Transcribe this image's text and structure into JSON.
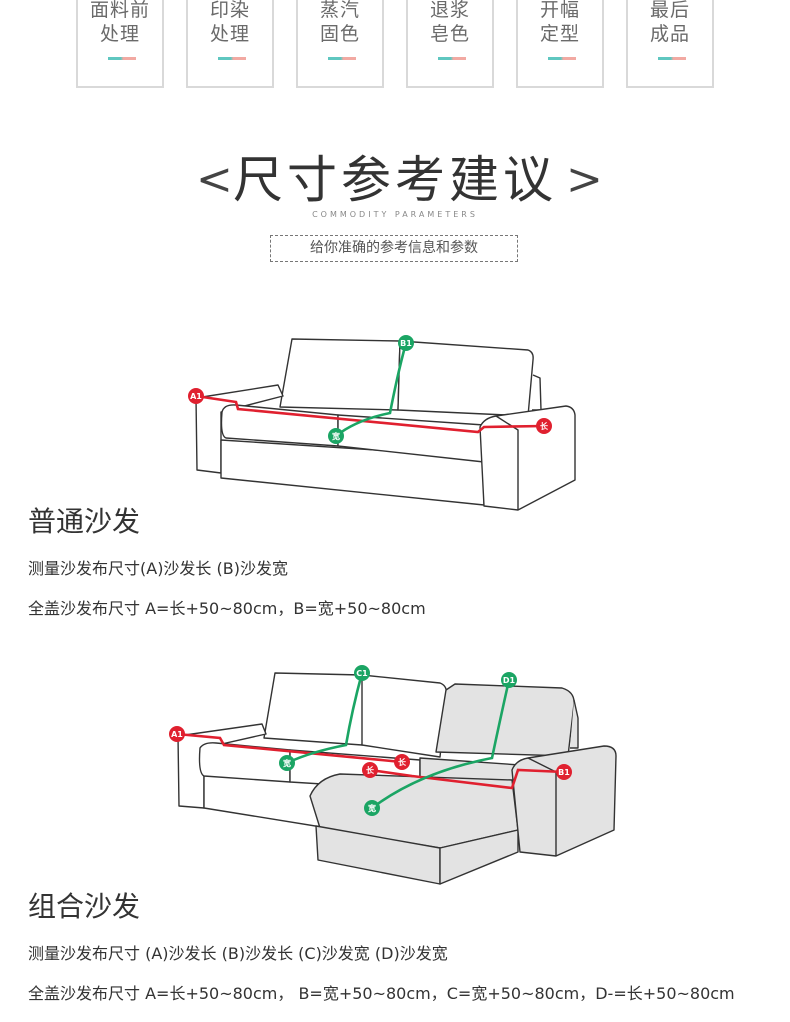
{
  "process_steps": [
    {
      "line1": "面料前",
      "line2": "处理"
    },
    {
      "line1": "印染",
      "line2": "处理"
    },
    {
      "line1": "蒸汽",
      "line2": "固色"
    },
    {
      "line1": "退浆",
      "line2": "皂色"
    },
    {
      "line1": "开幅",
      "line2": "定型"
    },
    {
      "line1": "最后",
      "line2": "成品"
    }
  ],
  "section": {
    "bracket_left": "<",
    "bracket_right": ">",
    "title": "尺寸参考建议",
    "subtitle": "COMMODITY PARAMETERS",
    "tagline": "给你准确的参考信息和参数"
  },
  "normal_sofa": {
    "title": "普通沙发",
    "measure_line": "测量沙发布尺寸(A)沙发长 (B)沙发宽",
    "formula_line": "全盖沙发布尺寸 A=长+50~80cm，B=宽+50~80cm",
    "markers": {
      "a1": "A1",
      "b1": "B1",
      "length": "长",
      "width": "宽"
    }
  },
  "combo_sofa": {
    "title": "组合沙发",
    "measure_line": "测量沙发布尺寸 (A)沙发长 (B)沙发长 (C)沙发宽 (D)沙发宽",
    "formula_line": "全盖沙发布尺寸 A=长+50~80cm， B=宽+50~80cm，C=宽+50~80cm，D-=长+50~80cm",
    "markers": {
      "a1": "A1",
      "b1": "B1",
      "c1": "C1",
      "d1": "D1",
      "length": "长",
      "width": "宽"
    }
  },
  "colors": {
    "red_marker": "#e0202f",
    "green_marker": "#1ba564",
    "sofa_outline": "#333333",
    "chaise_fill": "#e3e3e3"
  }
}
